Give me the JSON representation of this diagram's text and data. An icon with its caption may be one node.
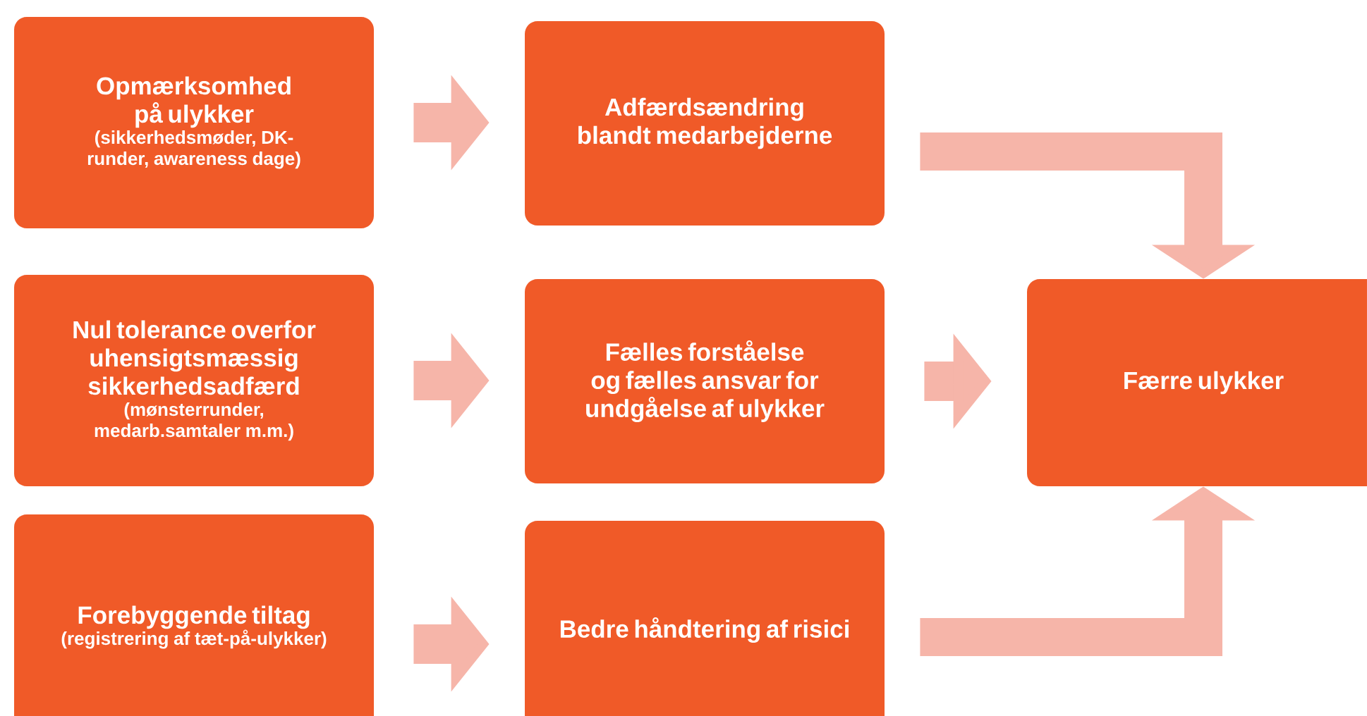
{
  "diagram": {
    "nodes": [
      {
        "text": [
          "Opmærksomhed på ulykker",
          "(sikkerhedsmøder, DK-runder, awareness dage)"
        ]
      },
      {
        "text": [
          "Adfærdsændring blandt medarbejderne"
        ]
      },
      {
        "text": [
          "Nul tolerance overfor uhensigtsmæssig sikkerhedsadfærd",
          "(mønsterrunder, medarb.samtaler m.m.)"
        ]
      },
      {
        "text": [
          "Fælles forståelse og fælles ansvar for undgåelse af ulykker"
        ]
      },
      {
        "text": [
          "Færre ulykker"
        ]
      },
      {
        "text": [
          "Forebyggende tiltag",
          "(registrering af tæt-på-ulykker)"
        ]
      },
      {
        "text": [
          "Bedre håndtering af risici"
        ]
      }
    ],
    "edges": [
      {
        "from": 0,
        "to": 1,
        "arrow": "to"
      },
      {
        "from": 2,
        "to": 3,
        "arrow": "to"
      },
      {
        "from": 5,
        "to": 6,
        "arrow": "to"
      },
      {
        "from": 1,
        "to": 4,
        "arrow": "to"
      },
      {
        "from": 3,
        "to": 4,
        "arrow": "to"
      },
      {
        "from": 6,
        "to": 4,
        "arrow": "to"
      }
    ]
  }
}
